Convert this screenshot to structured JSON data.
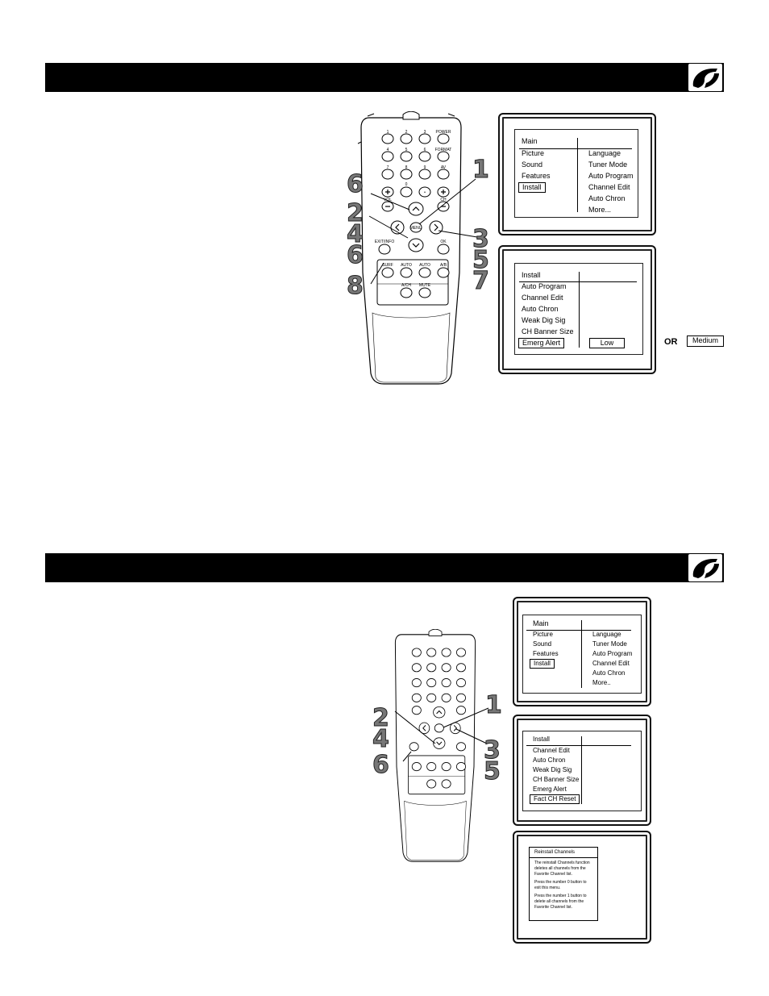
{
  "remote_keys": {
    "digits": [
      "1",
      "2",
      "3",
      "4",
      "5",
      "6",
      "7",
      "8",
      "9",
      "0"
    ],
    "power": "POWER",
    "format": "FORMAT",
    "av": "AV",
    "dot": "•",
    "vol": "VOL",
    "ch": "CH",
    "menu": "MENU",
    "exit_info": "EXIT/INFO",
    "ok": "OK",
    "surf": "SURF",
    "auto_left": "AUTO",
    "auto_right": "AUTO",
    "ab": "A/B",
    "ach": "A/CH",
    "mute": "MUTE"
  },
  "section1": {
    "steps": {
      "left_top": "6",
      "left_group": [
        "2",
        "4",
        "6"
      ],
      "left_bottom": "8",
      "right_top": "1",
      "right_group": [
        "3",
        "5",
        "7"
      ]
    },
    "main_menu": {
      "title": "Main",
      "left_items": [
        "Picture",
        "Sound",
        "Features",
        "Install"
      ],
      "right_items": [
        "Language",
        "Tuner Mode",
        "Auto Program",
        "Channel Edit",
        "Auto Chron",
        "More..."
      ],
      "selected": "Install"
    },
    "install_menu": {
      "title": "Install",
      "items": [
        "Auto Program",
        "Channel Edit",
        "Auto Chron",
        "Weak Dig Sig",
        "CH Banner Size",
        "Emerg Alert"
      ],
      "value": "Low"
    },
    "or_label": "OR",
    "alt_value": "Medium"
  },
  "section2": {
    "steps": {
      "left_group": [
        "2",
        "4"
      ],
      "left_bottom": "6",
      "right_top": "1",
      "right_group": [
        "3",
        "5"
      ]
    },
    "main_menu": {
      "title": "Main",
      "left_items": [
        "Picture",
        "Sound",
        "Features",
        "Install"
      ],
      "right_items": [
        "Language",
        "Tuner Mode",
        "Auto Program",
        "Channel Edit",
        "Auto Chron",
        "More.."
      ],
      "selected": "Install"
    },
    "install_menu": {
      "title": "Install",
      "items": [
        "Channel Edit",
        "Auto Chron",
        "Weak Dig Sig",
        "CH Banner Size",
        "Emerg Alert",
        "Fact CH Reset"
      ]
    },
    "dialog": {
      "title": "Reinstall Channels",
      "p1": "The reinstall Channels function deletes all channels from the Favorite Channel list.",
      "p2": "Press the number 0 button to exit this menu.",
      "p3": "Press the number 1 button to delete all channels from the Favorite Channel list."
    }
  }
}
